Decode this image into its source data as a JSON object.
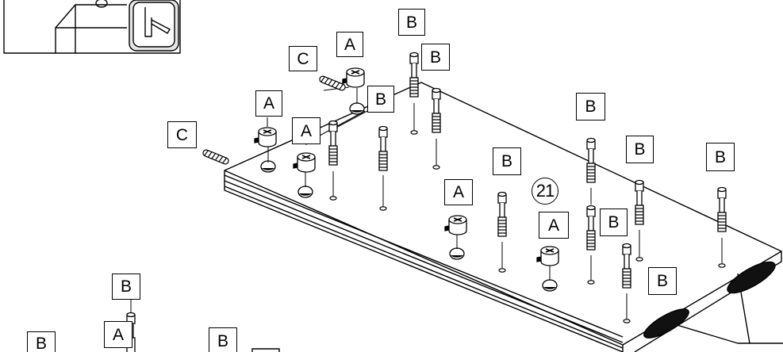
{
  "diagram": {
    "step_number": "21",
    "labels": {
      "cam": "A",
      "bolt": "B",
      "dowel": "C"
    },
    "colors": {
      "line": "#000000",
      "paper": "#ffffff",
      "inset_fill": "#e5e5e5",
      "hole_fill": "#111111"
    }
  }
}
